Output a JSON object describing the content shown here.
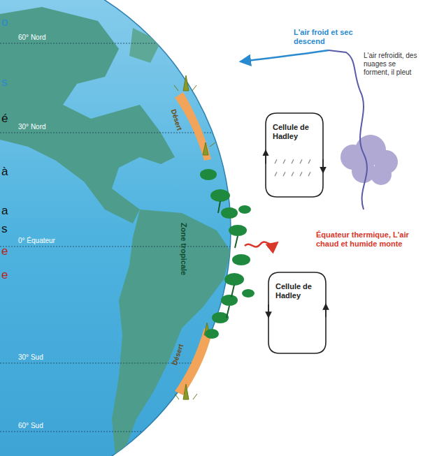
{
  "diagram": {
    "nodes": [
      {
        "text": [
          "Cellule de Hadley"
        ]
      },
      {
        "text": [
          "Cellule de Hadley"
        ]
      }
    ],
    "labels": [
      "60° Nord",
      "30° Nord",
      "0° Équateur",
      "30° Sud",
      "60° Sud",
      "Désert",
      "Désert",
      "Zone tropicale",
      "L'air froid et sec descend",
      "L'air refroidit, des nuages se forment, il pleut",
      "Équateur thermique, L'air chaud et humide monte",
      "o",
      "s",
      "é",
      "à",
      "a",
      "s",
      "e",
      "e"
    ]
  }
}
